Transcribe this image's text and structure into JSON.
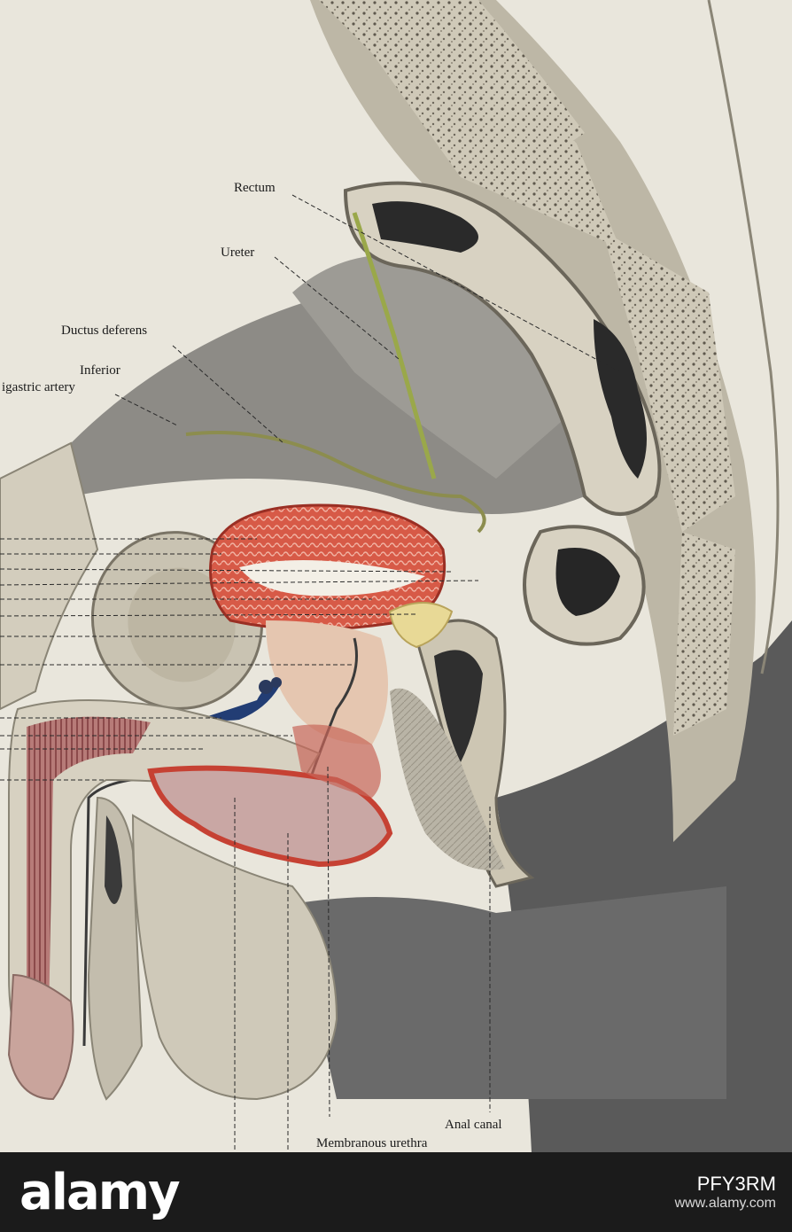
{
  "labels": {
    "rectum": "Rectum",
    "ureter": "Ureter",
    "ductus_deferens": "Ductus deferens",
    "inferior_line1": "Inferior",
    "inferior_line2": "igastric artery",
    "anal_canal": "Anal canal",
    "membranous_urethra": "Membranous urethra"
  },
  "watermark": {
    "logo": "alamy",
    "image_code": "PFY3RM",
    "url": "www.alamy.com"
  },
  "colors": {
    "background": "#e9e6dc",
    "tissue_red": "#c8493b",
    "ureter_green": "#9aa84a",
    "banner": "#1b1b1b"
  }
}
